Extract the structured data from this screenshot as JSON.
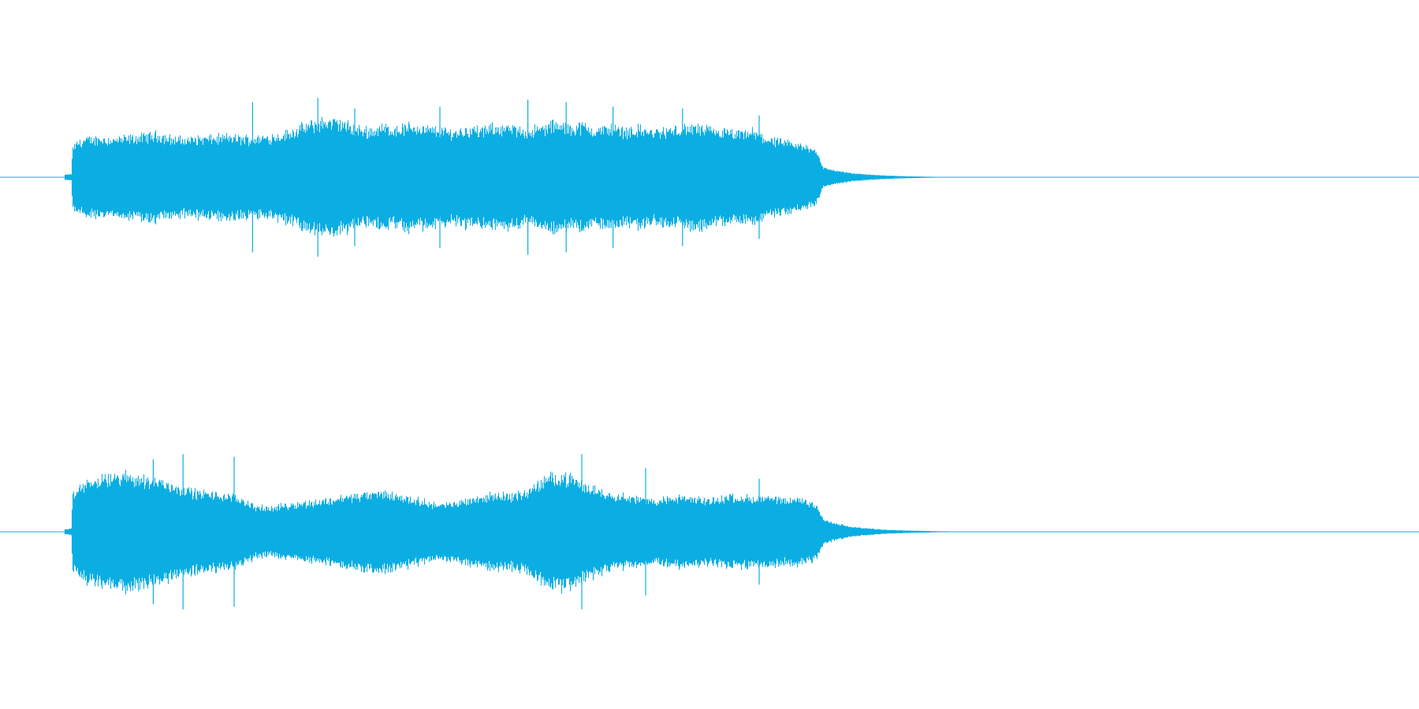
{
  "colors": {
    "background": "#ffffff",
    "waveform": "#0aaee3"
  },
  "chart_data": [
    {
      "type": "area",
      "channel": "left",
      "x_domain": [
        0,
        1
      ],
      "y_domain": [
        -1,
        1
      ],
      "grid": false,
      "title": "",
      "xlabel": "",
      "ylabel": "",
      "envelope": {
        "x": [
          0.045,
          0.05,
          0.051,
          0.055,
          0.06,
          0.07,
          0.08,
          0.09,
          0.1,
          0.11,
          0.12,
          0.13,
          0.14,
          0.15,
          0.16,
          0.17,
          0.18,
          0.19,
          0.2,
          0.21,
          0.22,
          0.23,
          0.24,
          0.25,
          0.26,
          0.27,
          0.28,
          0.29,
          0.3,
          0.31,
          0.32,
          0.33,
          0.34,
          0.35,
          0.36,
          0.37,
          0.38,
          0.39,
          0.4,
          0.41,
          0.42,
          0.43,
          0.44,
          0.45,
          0.46,
          0.47,
          0.48,
          0.49,
          0.5,
          0.51,
          0.52,
          0.53,
          0.54,
          0.55,
          0.56,
          0.57,
          0.575,
          0.58,
          0.59,
          0.6,
          0.62,
          0.64,
          0.66,
          0.68
        ],
        "peak": [
          0.03,
          0.04,
          0.38,
          0.45,
          0.48,
          0.5,
          0.48,
          0.5,
          0.52,
          0.55,
          0.5,
          0.48,
          0.5,
          0.5,
          0.52,
          0.5,
          0.5,
          0.52,
          0.55,
          0.62,
          0.68,
          0.72,
          0.7,
          0.62,
          0.6,
          0.64,
          0.62,
          0.66,
          0.62,
          0.6,
          0.58,
          0.62,
          0.6,
          0.65,
          0.62,
          0.6,
          0.62,
          0.68,
          0.64,
          0.66,
          0.6,
          0.64,
          0.6,
          0.62,
          0.58,
          0.6,
          0.62,
          0.64,
          0.6,
          0.58,
          0.55,
          0.58,
          0.5,
          0.45,
          0.42,
          0.38,
          0.35,
          0.12,
          0.08,
          0.05,
          0.025,
          0.012,
          0.005,
          0.0
        ]
      },
      "spikes": [
        {
          "x": 0.178,
          "amp": 0.85
        },
        {
          "x": 0.224,
          "amp": 0.9
        },
        {
          "x": 0.25,
          "amp": 0.78
        },
        {
          "x": 0.31,
          "amp": 0.8
        },
        {
          "x": 0.372,
          "amp": 0.88
        },
        {
          "x": 0.399,
          "amp": 0.85
        },
        {
          "x": 0.432,
          "amp": 0.8
        },
        {
          "x": 0.481,
          "amp": 0.78
        },
        {
          "x": 0.535,
          "amp": 0.7
        }
      ]
    },
    {
      "type": "area",
      "channel": "right",
      "x_domain": [
        0,
        1
      ],
      "y_domain": [
        -1,
        1
      ],
      "grid": false,
      "title": "",
      "xlabel": "",
      "ylabel": "",
      "envelope": {
        "x": [
          0.045,
          0.05,
          0.051,
          0.055,
          0.06,
          0.07,
          0.08,
          0.09,
          0.1,
          0.11,
          0.12,
          0.13,
          0.14,
          0.15,
          0.16,
          0.17,
          0.18,
          0.19,
          0.2,
          0.21,
          0.22,
          0.23,
          0.24,
          0.25,
          0.26,
          0.27,
          0.28,
          0.29,
          0.3,
          0.31,
          0.32,
          0.33,
          0.34,
          0.35,
          0.36,
          0.37,
          0.38,
          0.39,
          0.4,
          0.41,
          0.42,
          0.43,
          0.44,
          0.45,
          0.46,
          0.47,
          0.48,
          0.49,
          0.5,
          0.51,
          0.52,
          0.53,
          0.54,
          0.55,
          0.56,
          0.57,
          0.575,
          0.58,
          0.59,
          0.6,
          0.62,
          0.64,
          0.66,
          0.69
        ],
        "peak": [
          0.03,
          0.04,
          0.45,
          0.55,
          0.62,
          0.66,
          0.7,
          0.72,
          0.68,
          0.66,
          0.6,
          0.54,
          0.5,
          0.48,
          0.46,
          0.42,
          0.32,
          0.3,
          0.34,
          0.36,
          0.38,
          0.4,
          0.44,
          0.46,
          0.48,
          0.5,
          0.46,
          0.42,
          0.38,
          0.34,
          0.36,
          0.42,
          0.44,
          0.48,
          0.46,
          0.5,
          0.62,
          0.72,
          0.7,
          0.6,
          0.54,
          0.48,
          0.46,
          0.42,
          0.4,
          0.42,
          0.44,
          0.42,
          0.4,
          0.44,
          0.46,
          0.42,
          0.44,
          0.4,
          0.42,
          0.38,
          0.36,
          0.15,
          0.1,
          0.06,
          0.03,
          0.015,
          0.007,
          0.0
        ]
      },
      "spikes": [
        {
          "x": 0.108,
          "amp": 0.82
        },
        {
          "x": 0.129,
          "amp": 0.88
        },
        {
          "x": 0.165,
          "amp": 0.85
        },
        {
          "x": 0.41,
          "amp": 0.88
        },
        {
          "x": 0.455,
          "amp": 0.72
        },
        {
          "x": 0.535,
          "amp": 0.6
        }
      ]
    }
  ]
}
